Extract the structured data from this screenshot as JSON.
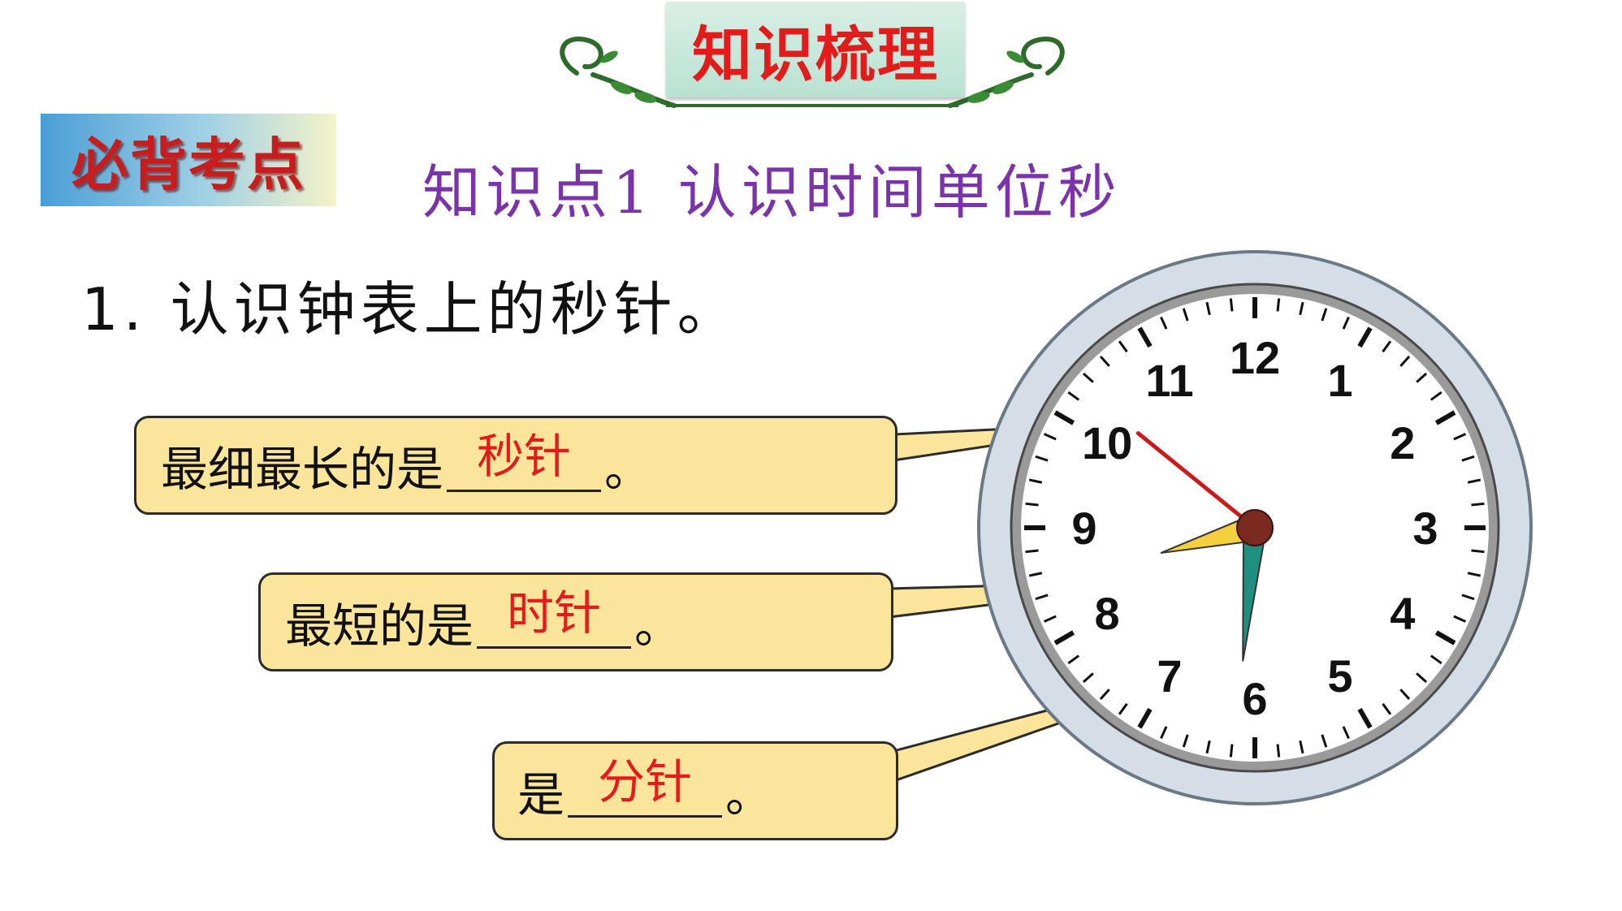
{
  "header": {
    "title": "知识梳理"
  },
  "badge": {
    "label": "必背考点"
  },
  "topic": {
    "title": "知识点1  认识时间单位秒"
  },
  "item": {
    "heading": "1. 认识钟表上的秒针。"
  },
  "callouts": [
    {
      "prefix": "最细最长的是",
      "answer": "秒针",
      "suffix": "。"
    },
    {
      "prefix": "最短的是",
      "answer": "时针",
      "suffix": "。"
    },
    {
      "prefix": "是",
      "answer": "分针",
      "suffix": "。"
    }
  ],
  "clock": {
    "numbers": [
      "12",
      "1",
      "2",
      "3",
      "4",
      "5",
      "6",
      "7",
      "8",
      "9",
      "10",
      "11"
    ],
    "time": {
      "hour": 8,
      "minute": 30,
      "second": 51.5
    }
  },
  "colors": {
    "header_text": "#e31b1b",
    "badge_text": "#c81d1d",
    "topic_text": "#7a33a8",
    "answer_text": "#e31b1b",
    "callout_fill": "#fbe59a",
    "second_hand": "#cc1a1a",
    "hour_hand": "#f4d03f",
    "minute_hand": "#1f8f7f",
    "ornament": "#2e7d32"
  }
}
